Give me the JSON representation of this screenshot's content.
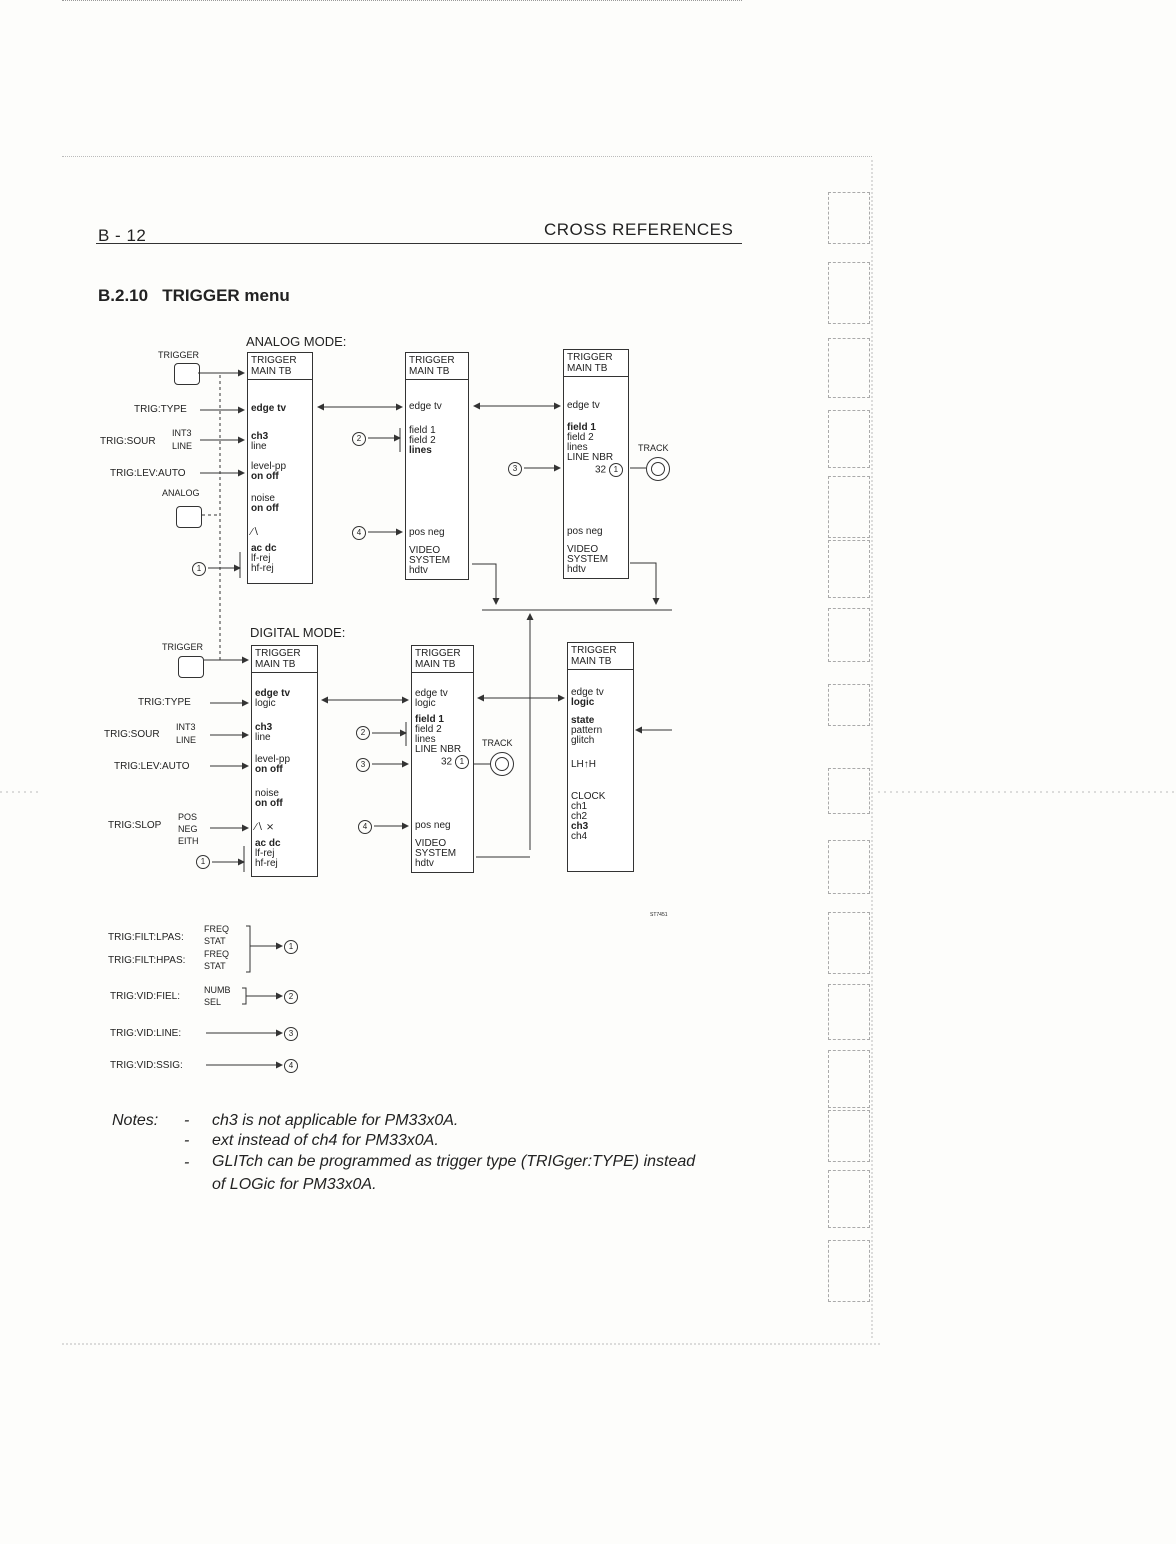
{
  "header": {
    "page_number": "B - 12",
    "section": "CROSS REFERENCES"
  },
  "title": {
    "number": "B.2.10",
    "text": "TRIGGER menu"
  },
  "analog": {
    "mode_label": "ANALOG MODE:",
    "trigger_key": "TRIGGER",
    "analog_key": "ANALOG",
    "commands": {
      "type": "TRIG:TYPE",
      "sour": "TRIG:SOUR",
      "sour_opt1": "INT3",
      "sour_opt2": "LINE",
      "lev": "TRIG:LEV:AUTO"
    },
    "menu1": {
      "head1": "TRIGGER",
      "head2": "MAIN TB",
      "s1": "edge tv",
      "s2a": "ch3",
      "s2b": "line",
      "s3a": "level-pp",
      "s3b": "on off",
      "s4a": "noise",
      "s4b": "on off",
      "s5": "∕∖",
      "s6a": "ac dc",
      "s6b": "lf-rej",
      "s6c": "hf-rej"
    },
    "menu2": {
      "head1": "TRIGGER",
      "head2": "MAIN TB",
      "s1": "edge tv",
      "s2a": "field 1",
      "s2b": "field 2",
      "s2c": "lines",
      "s5": "pos neg",
      "s6a": "VIDEO",
      "s6b": "SYSTEM",
      "s6c": "hdtv"
    },
    "menu3": {
      "head1": "TRIGGER",
      "head2": "MAIN TB",
      "s1": "edge tv",
      "s2a": "field 1",
      "s2b": "field 2",
      "s2c": "lines",
      "s2d": "LINE NBR",
      "s2e": "32",
      "s5": "pos neg",
      "s6a": "VIDEO",
      "s6b": "SYSTEM",
      "s6c": "hdtv"
    },
    "track_label": "TRACK"
  },
  "digital": {
    "mode_label": "DIGITAL MODE:",
    "trigger_key": "TRIGGER",
    "commands": {
      "type": "TRIG:TYPE",
      "sour": "TRIG:SOUR",
      "sour_opt1": "INT3",
      "sour_opt2": "LINE",
      "lev": "TRIG:LEV:AUTO",
      "slop": "TRIG:SLOP",
      "slop_opt1": "POS",
      "slop_opt2": "NEG",
      "slop_opt3": "EITH"
    },
    "menu1": {
      "head1": "TRIGGER",
      "head2": "MAIN TB",
      "s1a": "edge tv",
      "s1b": "logic",
      "s2a": "ch3",
      "s2b": "line",
      "s3a": "level-pp",
      "s3b": "on off",
      "s4a": "noise",
      "s4b": "on off",
      "s5": "∕∖  ⨯",
      "s6a": "ac dc",
      "s6b": "lf-rej",
      "s6c": "hf-rej"
    },
    "menu2": {
      "head1": "TRIGGER",
      "head2": "MAIN TB",
      "s1a": "edge tv",
      "s1b": "logic",
      "s2a": "field 1",
      "s2b": "field 2",
      "s2c": "lines",
      "s2d": "LINE NBR",
      "s2e": "32",
      "s5": "pos neg",
      "s6a": "VIDEO",
      "s6b": "SYSTEM",
      "s6c": "hdtv"
    },
    "menu3": {
      "head1": "TRIGGER",
      "head2": "MAIN TB",
      "s1a": "edge tv",
      "s1b": "logic",
      "s2a": "state",
      "s2b": "pattern",
      "s2c": "glitch",
      "s3": "LH↑H",
      "s4a": "CLOCK",
      "s4b": "ch1",
      "s4c": "ch2",
      "s4d": "ch3",
      "s4e": "ch4"
    },
    "track_label": "TRACK"
  },
  "figure_code": "ST7451",
  "refs": [
    {
      "cmd": "TRIG:FILT:LPAS:",
      "opt1": "FREQ",
      "opt2": "STAT",
      "target": "1"
    },
    {
      "cmd": "TRIG:FILT:HPAS:",
      "opt1": "FREQ",
      "opt2": "STAT",
      "target": "1"
    },
    {
      "cmd": "TRIG:VID:FIEL:",
      "opt1": "NUMB",
      "opt2": "SEL",
      "target": "2"
    },
    {
      "cmd": "TRIG:VID:LINE:",
      "target": "3"
    },
    {
      "cmd": "TRIG:VID:SSIG:",
      "target": "4"
    }
  ],
  "circled": {
    "1": "1",
    "2": "2",
    "3": "3",
    "4": "4"
  },
  "notes": {
    "label": "Notes:",
    "items": [
      "ch3 is not applicable for PM33x0A.",
      "ext instead of ch4 for PM33x0A.",
      "GLITch can be programmed as trigger type (TRIGger:TYPE) instead",
      "of LOGic for PM33x0A."
    ],
    "bullet": "-"
  }
}
